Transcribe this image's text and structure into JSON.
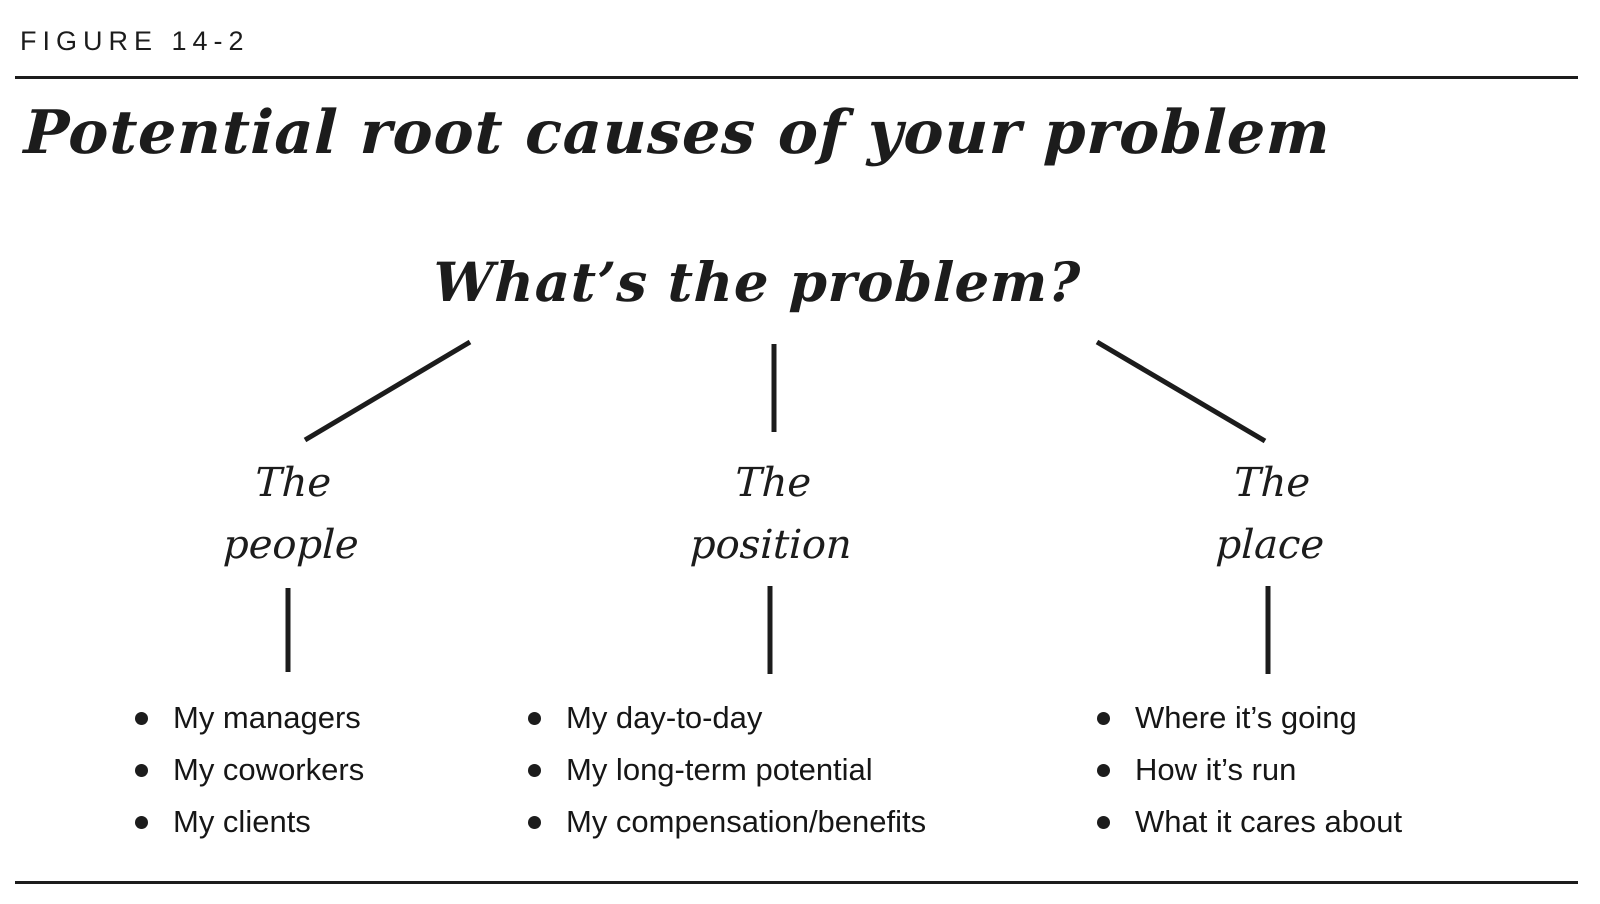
{
  "figure_label": "FIGURE 14-2",
  "title": "Potential root causes of your problem",
  "tree": {
    "root": "What’s the problem?",
    "branches": [
      {
        "line1": "The",
        "line2": "people",
        "items": [
          "My managers",
          "My coworkers",
          "My clients"
        ]
      },
      {
        "line1": "The",
        "line2": "position",
        "items": [
          "My day-to-day",
          "My long-term potential",
          "My compensation/benefits"
        ]
      },
      {
        "line1": "The",
        "line2": "place",
        "items": [
          "Where it’s going",
          "How it’s run",
          "What it cares about"
        ]
      }
    ]
  },
  "colors": {
    "ink": "#1c1c1c",
    "background": "#ffffff"
  }
}
